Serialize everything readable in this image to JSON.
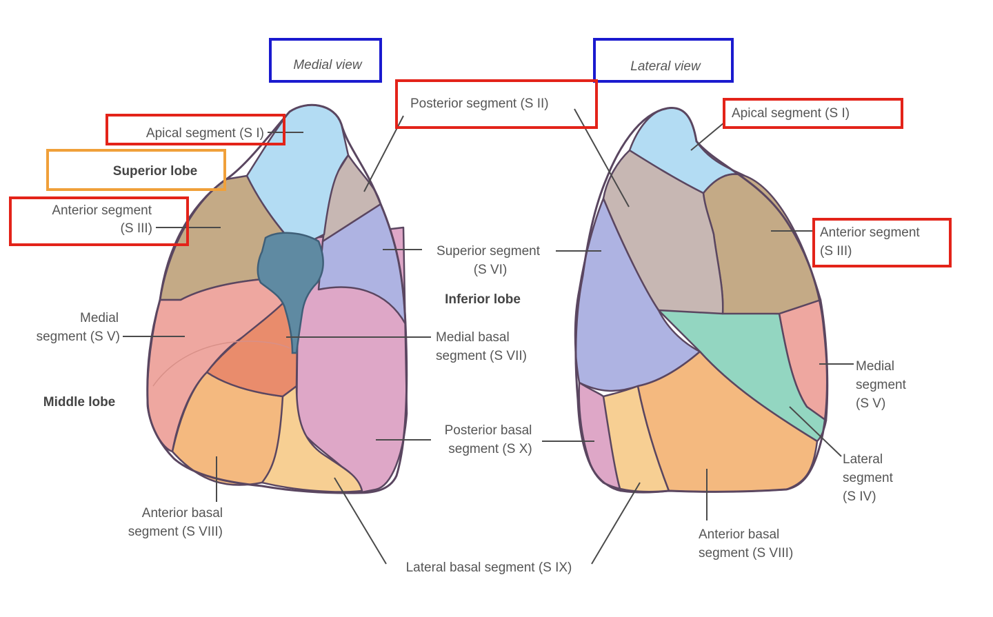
{
  "views": {
    "medial": "Medial view",
    "lateral": "Lateral view"
  },
  "medial_labels": {
    "apical": "Apical segment (S I)",
    "superior_lobe": "Superior lobe",
    "anterior_line1": "Anterior segment",
    "anterior_line2": "(S III)",
    "medial_line1": "Medial",
    "medial_line2": "segment (S V)",
    "middle_lobe": "Middle lobe",
    "anterior_basal_line1": "Anterior basal",
    "anterior_basal_line2": "segment (S VIII)"
  },
  "center_labels": {
    "posterior": "Posterior segment (S II)",
    "superior_line1": "Superior segment",
    "superior_line2": "(S VI)",
    "inferior_lobe": "Inferior lobe",
    "medial_basal_line1": "Medial basal",
    "medial_basal_line2": "segment (S VII)",
    "posterior_basal_line1": "Posterior basal",
    "posterior_basal_line2": "segment (S X)",
    "lateral_basal": "Lateral basal segment (S IX)"
  },
  "lateral_labels": {
    "apical": "Apical segment (S I)",
    "anterior_line1": "Anterior segment",
    "anterior_line2": "(S III)",
    "medial_line1": "Medial",
    "medial_line2": "segment",
    "medial_line3": "(S V)",
    "lateral_line1": "Lateral",
    "lateral_line2": "segment",
    "lateral_line3": "(S IV)",
    "anterior_basal_line1": "Anterior basal",
    "anterior_basal_line2": "segment (S VIII)"
  },
  "colors": {
    "apical": "#b3dcf3",
    "posterior": "#c7b7b3",
    "anterior": "#c4aa86",
    "superior": "#aeb3e2",
    "medial_basal": "#e98c6c",
    "posterior_basal": "#dea7c7",
    "lateral_basal": "#f7cf93",
    "anterior_basal": "#f4b97f",
    "medial": "#eea7a0",
    "lateral_seg": "#93d6c1",
    "hilum": "#5f8aa2",
    "box_red": "#e32319",
    "box_blue": "#1a1acf",
    "box_orange": "#f0a03a"
  }
}
